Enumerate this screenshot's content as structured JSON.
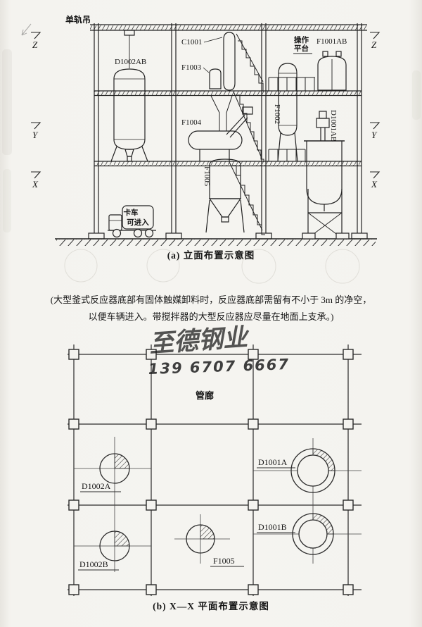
{
  "elevation": {
    "caption": "(a) 立面布置示意图",
    "monorail_label": "单轨吊",
    "truck_label_line1": "卡车",
    "truck_label_line2": "可进入",
    "platform_label_line1": "操作",
    "platform_label_line2": "平台",
    "equipment": {
      "d1002ab": "D1002AB",
      "c1001": "C1001",
      "f1003": "F1003",
      "f1004": "F1004",
      "f1005": "F1005",
      "f1002": "F1002",
      "f1001ab": "F1001AB",
      "d1001ab": "D1001AB"
    },
    "axes": {
      "z": "Z",
      "y": "Y",
      "x": "X"
    }
  },
  "note": {
    "line1": "(大型釜式反应器底部有固体触媒卸料时，反应器底部需留有不小于 3m 的净空，",
    "line2": "以便车辆进入。带搅拌器的大型反应器应尽量在地面上支承。)"
  },
  "watermark": {
    "line1": "至德钢业",
    "line2": "139 6707 6667",
    "color": "#3f6fd0"
  },
  "plan": {
    "caption": "(b) X—X 平面布置示意图",
    "pipe_rack_label": "管廊",
    "equipment": {
      "d1002a": "D1002A",
      "d1002b": "D1002B",
      "f1005": "F1005",
      "d1001a": "D1001A",
      "d1001b": "D1001B"
    }
  }
}
